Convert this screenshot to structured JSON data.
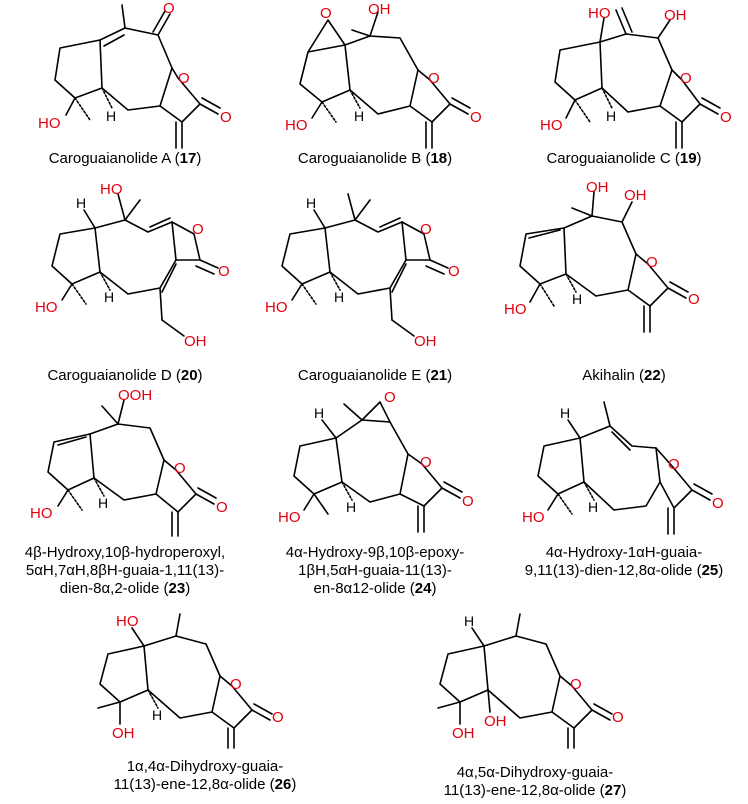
{
  "colors": {
    "oxygen": "#e3000f",
    "bond": "#000000",
    "background": "#ffffff"
  },
  "atom_labels": {
    "oxygen": "O",
    "hydroxyl_left": "HO",
    "hydroxyl_right": "OH",
    "hydroperoxyl": "OOH",
    "hydrogen": "H"
  },
  "compounds": [
    {
      "name": "Caroguaianolide A",
      "number": "17"
    },
    {
      "name": "Caroguaianolide B",
      "number": "18"
    },
    {
      "name": "Caroguaianolide C",
      "number": "19"
    },
    {
      "name": "Caroguaianolide D",
      "number": "20"
    },
    {
      "name": "Caroguaianolide E",
      "number": "21"
    },
    {
      "name": "Akihalin",
      "number": "22"
    },
    {
      "name_lines": [
        "4β-Hydroxy,10β-hydroperoxyl,",
        "5αH,7αH,8βH-guaia-1,11(13)-",
        "dien-8α,2-olide"
      ],
      "number": "23"
    },
    {
      "name_lines": [
        "4α-Hydroxy-9β,10β-epoxy-",
        "1βH,5αH-guaia-11(13)-",
        "en-8α12-olide"
      ],
      "number": "24"
    },
    {
      "name_lines": [
        "4α-Hydroxy-1αH-guaia-",
        "9,11(13)-dien-12,8α-olide"
      ],
      "number": "25"
    },
    {
      "name_lines": [
        "1α,4α-Dihydroxy-guaia-",
        "11(13)-ene-12,8α-olide"
      ],
      "number": "26"
    },
    {
      "name_lines": [
        "4α,5α-Dihydroxy-guaia-",
        "11(13)-ene-12,8α-olide"
      ],
      "number": "27"
    }
  ]
}
